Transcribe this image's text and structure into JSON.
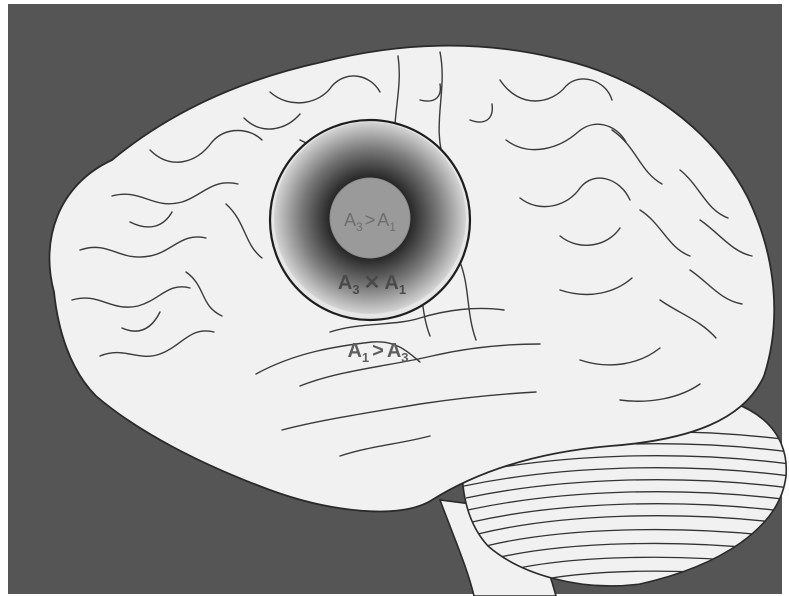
{
  "colors": {
    "background": "#555555",
    "brain_fill": "#f1f1f1",
    "outline": "#2a2a2a",
    "gradient_dark": "#262626",
    "gradient_light": "#d4d4d4",
    "core_fill": "#9a9a9a",
    "core_text": "#6e6e6e",
    "label_dark": "#4a4a4a",
    "label_mid": "#5e5e5e"
  },
  "labels": {
    "inner": {
      "a": "A",
      "a_sub": "3",
      "op": ">",
      "b": "A",
      "b_sub": "1"
    },
    "middle": {
      "a": "A",
      "a_sub": "3",
      "op": "✕",
      "b": "A",
      "b_sub": "1"
    },
    "outer": {
      "a": "A",
      "a_sub": "1",
      "op": ">",
      "b": "A",
      "b_sub": "3"
    }
  }
}
